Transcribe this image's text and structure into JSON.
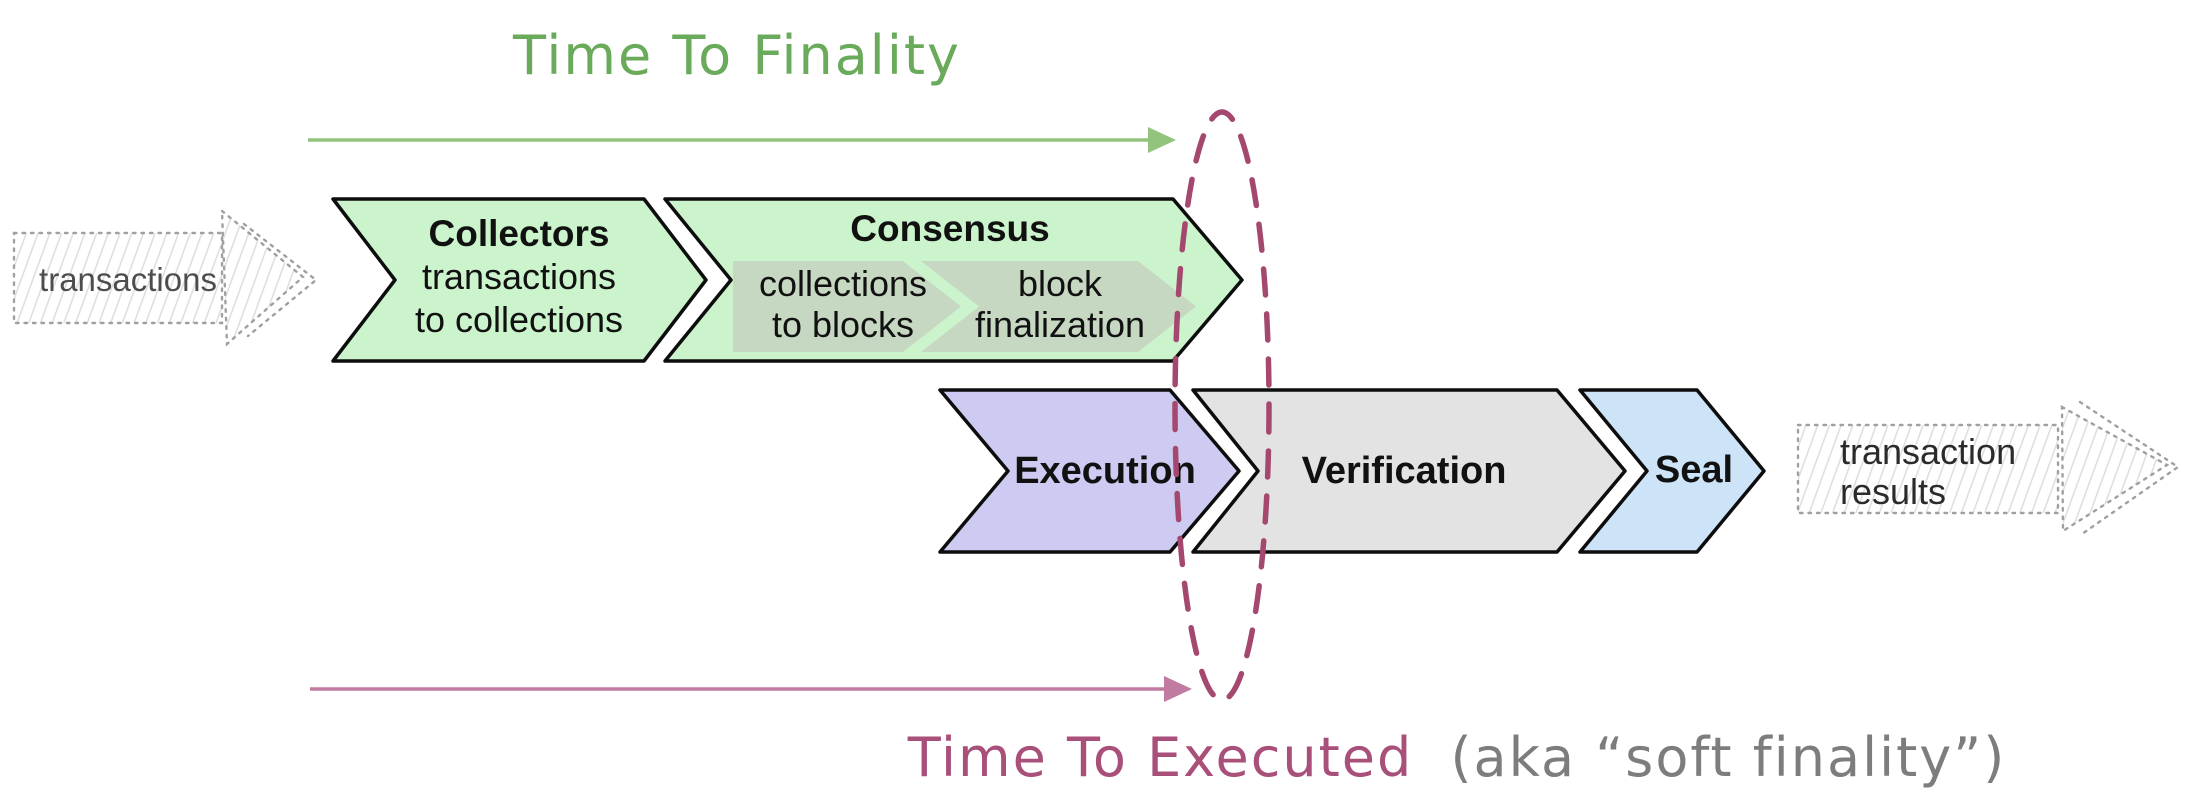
{
  "titles": {
    "top": "Time To Finality",
    "bottom_primary": "Time To Executed",
    "bottom_secondary": "(aka “soft finality”)"
  },
  "io": {
    "input_label": "transactions",
    "output_label_line1": "transaction",
    "output_label_line2": "results"
  },
  "stages": {
    "collectors": {
      "title": "Collectors",
      "desc_line1": "transactions",
      "desc_line2": "to collections"
    },
    "consensus": {
      "title": "Consensus",
      "sub_stages": [
        {
          "line1": "collections",
          "line2": "to blocks"
        },
        {
          "line1": "block",
          "line2": "finalization"
        }
      ]
    },
    "execution": {
      "title": "Execution"
    },
    "verification": {
      "title": "Verification"
    },
    "seal": {
      "title": "Seal"
    }
  },
  "colors": {
    "title_green": "#6aaa5b",
    "arrow_green": "#93c47d",
    "stage_green_fill": "#ccf4cc",
    "consensus_sub_fill": "#c6d8c2",
    "execution_fill": "#cdcbf2",
    "verification_fill": "#e3e3e3",
    "seal_fill": "#cde4f8",
    "stage_border": "#0d0d0d",
    "stage_text": "#111111",
    "ellipse_pink": "#a5486f",
    "arrow_pink": "#c27ba0",
    "caption_pink": "#a84f7a",
    "caption_gray": "#7d7d7d",
    "input_text_gray": "#4d4d4d",
    "output_text_dark": "#2b2b2b",
    "sketch_border_gray": "#a0a0a0",
    "hatch_gray": "#dadada"
  }
}
